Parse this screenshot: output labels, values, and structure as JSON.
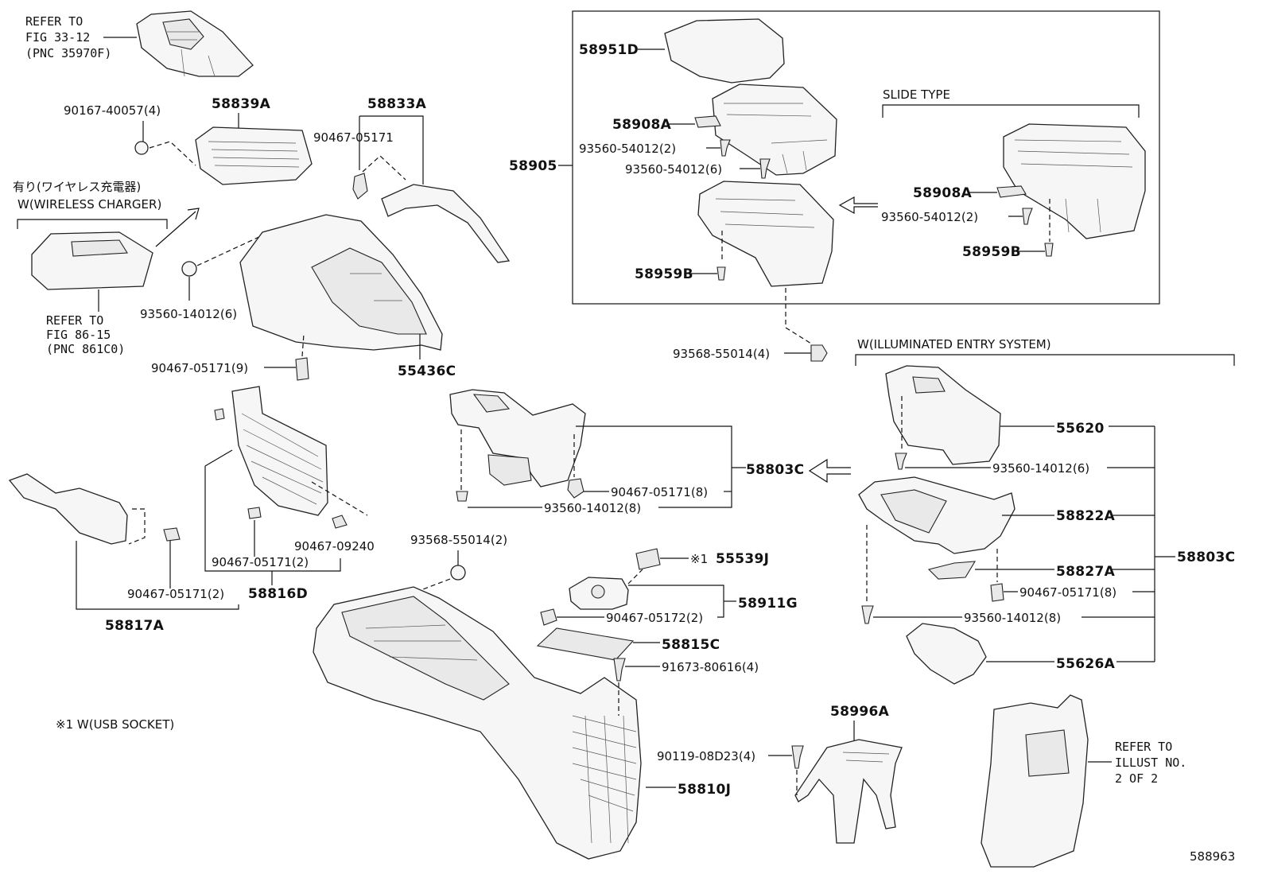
{
  "diagram_id": "588963",
  "refs": {
    "fig_33_12": [
      "REFER TO",
      "FIG 33-12",
      "(PNC 35970F)"
    ],
    "fig_86_15": [
      "REFER TO",
      "FIG 86-15",
      "(PNC 861C0)"
    ],
    "illust_2": [
      "REFER TO",
      "ILLUST NO.",
      "2 OF 2"
    ]
  },
  "notes": {
    "wireless_jp": "有り(ワイヤレス充電器)",
    "wireless_en": "W(WIRELESS CHARGER)",
    "slide_type": "SLIDE TYPE",
    "illuminated": "W(ILLUMINATED ENTRY SYSTEM)",
    "usb_socket": "※1 W(USB SOCKET)",
    "usb_mark": "※1"
  },
  "parts": {
    "p58839A": "58839A",
    "p90167": "90167-40057(4)",
    "p58833A": "58833A",
    "p90467a": "90467-05171",
    "p93560_14012_6a": "93560-14012(6)",
    "p90467_9": "90467-05171(9)",
    "p55436C": "55436C",
    "p58951D": "58951D",
    "p58908A_1": "58908A",
    "p93560_54012_2a": "93560-54012(2)",
    "p93560_54012_6": "93560-54012(6)",
    "p58905": "58905",
    "p58959B_1": "58959B",
    "p58908A_2": "58908A",
    "p93560_54012_2b": "93560-54012(2)",
    "p58959B_2": "58959B",
    "p93568_55014_4": "93568-55014(4)",
    "p58803C_1": "58803C",
    "p90467_8a": "90467-05171(8)",
    "p93560_14012_8a": "93560-14012(8)",
    "p55620": "55620",
    "p93560_14012_6b": "93560-14012(6)",
    "p58822A": "58822A",
    "p58803C_2": "58803C",
    "p58827A": "58827A",
    "p90467_8b": "90467-05171(8)",
    "p93560_14012_8b": "93560-14012(8)",
    "p55626A": "55626A",
    "p90467_09240": "90467-09240",
    "p90467_2a": "90467-05171(2)",
    "p58816D": "58816D",
    "p90467_2b": "90467-05171(2)",
    "p58817A": "58817A",
    "p93568_55014_2": "93568-55014(2)",
    "p55539J": "55539J",
    "p58911G": "58911G",
    "p90467_05172": "90467-05172(2)",
    "p58815C": "58815C",
    "p91673": "91673-80616(4)",
    "p58996A": "58996A",
    "p90119": "90119-08D23(4)",
    "p58810J": "58810J"
  }
}
